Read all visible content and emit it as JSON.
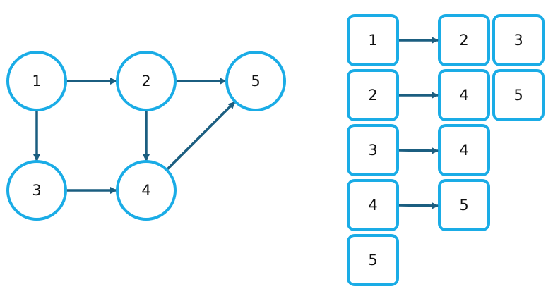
{
  "colors": {
    "node_stroke": "#1AACE6",
    "edge": "#1B5E80"
  },
  "graph": {
    "nodes": [
      {
        "id": "1",
        "label": "1"
      },
      {
        "id": "2",
        "label": "2"
      },
      {
        "id": "3",
        "label": "3"
      },
      {
        "id": "4",
        "label": "4"
      },
      {
        "id": "5",
        "label": "5"
      }
    ],
    "edges": [
      {
        "from": "1",
        "to": "2"
      },
      {
        "from": "1",
        "to": "3"
      },
      {
        "from": "2",
        "to": "5"
      },
      {
        "from": "2",
        "to": "4"
      },
      {
        "from": "3",
        "to": "4"
      },
      {
        "from": "4",
        "to": "5"
      }
    ]
  },
  "adjacency_list": [
    {
      "vertex": "1",
      "neighbors": [
        "2",
        "3"
      ]
    },
    {
      "vertex": "2",
      "neighbors": [
        "4",
        "5"
      ]
    },
    {
      "vertex": "3",
      "neighbors": [
        "4"
      ]
    },
    {
      "vertex": "4",
      "neighbors": [
        "5"
      ]
    },
    {
      "vertex": "5",
      "neighbors": []
    }
  ]
}
